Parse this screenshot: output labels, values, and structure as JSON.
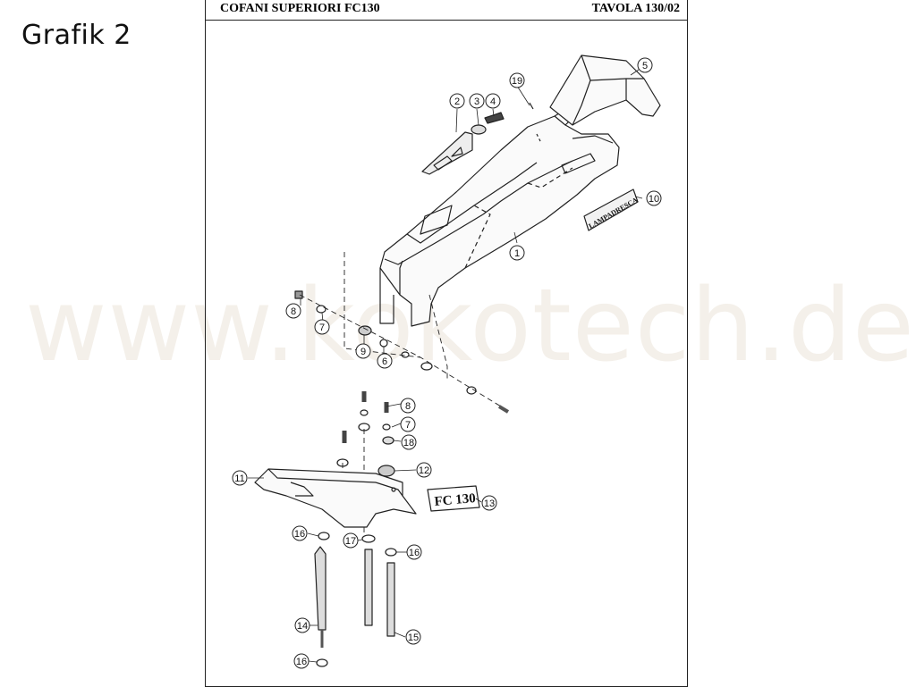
{
  "page_label": "Grafik 2",
  "header": {
    "title_left": "COFANI SUPERIORI FC130",
    "title_right": "TAVOLA 130/02"
  },
  "watermark": "www.kokotech.de",
  "decals": {
    "part10_text": "LAMPADRESCA",
    "part13_text": "FC 130"
  },
  "callouts": {
    "c1": "1",
    "c2": "2",
    "c3": "3",
    "c4": "4",
    "c5": "5",
    "c19": "19",
    "c10": "10",
    "c8a": "8",
    "c7a": "7",
    "c9": "9",
    "c6": "6",
    "c8b": "8",
    "c7b": "7",
    "c18": "18",
    "c12": "12",
    "c11": "11",
    "c13": "13",
    "c16a": "16",
    "c17": "17",
    "c16b": "16",
    "c14": "14",
    "c15": "15",
    "c16c": "16"
  }
}
